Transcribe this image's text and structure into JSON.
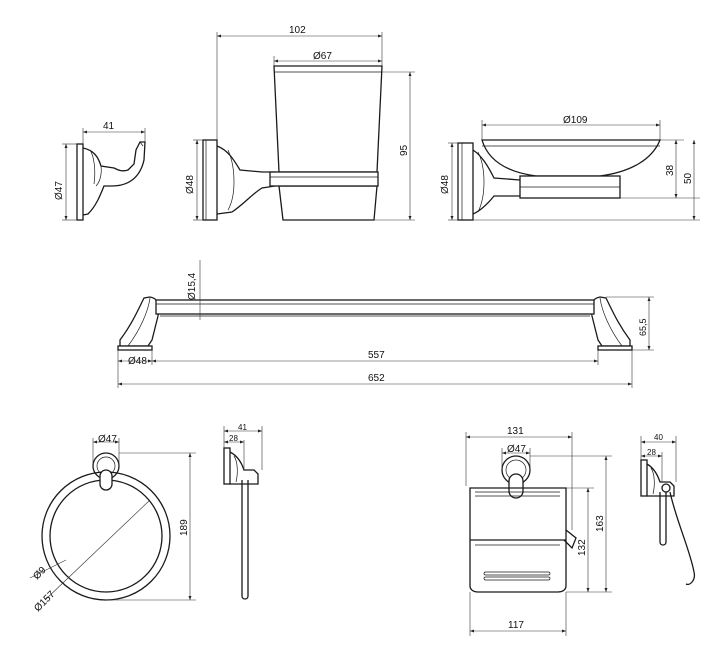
{
  "dimensions": {
    "hook": {
      "width": "41",
      "base": "Ø47"
    },
    "tumbler": {
      "width": "102",
      "glass": "Ø67",
      "height": "95",
      "base": "Ø48"
    },
    "soap_dish": {
      "dish": "Ø109",
      "base": "Ø48",
      "depth": "38",
      "height": "50"
    },
    "towel_bar": {
      "rod": "Ø15,4",
      "height": "65,5",
      "base": "Ø48",
      "inner": "557",
      "overall": "652"
    },
    "towel_ring": {
      "base": "Ø47",
      "height": "189",
      "wire": "Ø9",
      "ring": "Ø157",
      "side_depth": "41",
      "side_base": "28"
    },
    "paper_holder": {
      "width": "131",
      "base": "Ø47",
      "height": "163",
      "cover_height": "132",
      "cover_width": "117",
      "side_depth": "40",
      "side_base": "28"
    }
  }
}
